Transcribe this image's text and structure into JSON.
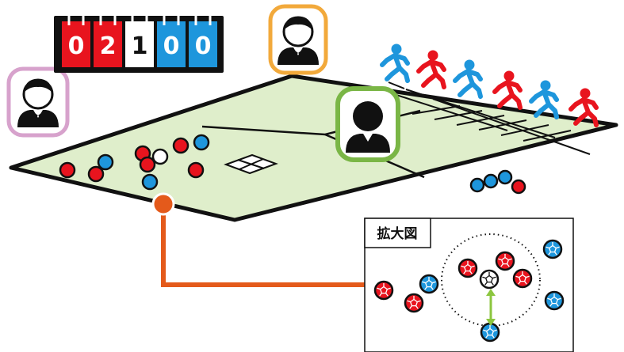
{
  "scoreboard": {
    "digits": [
      "0",
      "2",
      "1",
      "0",
      "0"
    ],
    "colors": [
      "#e8141e",
      "#e8141e",
      "#ffffff",
      "#1e96dc",
      "#1e96dc"
    ]
  },
  "zoom_panel": {
    "label": "拡大図"
  },
  "colors": {
    "red_team": "#e8141e",
    "blue_team": "#1e96dc",
    "jack_ball": "#ffffff",
    "court": "#dfeecb",
    "callout_line": "#e45a1b",
    "referee_left": "#d7a2cc",
    "referee_top": "#f2a93b",
    "referee_center": "#7ab646",
    "distance_arrow": "#8cc63f"
  },
  "icons": {
    "referee": "referee-icon",
    "player": "running-player-icon",
    "ball": "ball-icon",
    "cross_mark": "cross-mark-icon"
  }
}
